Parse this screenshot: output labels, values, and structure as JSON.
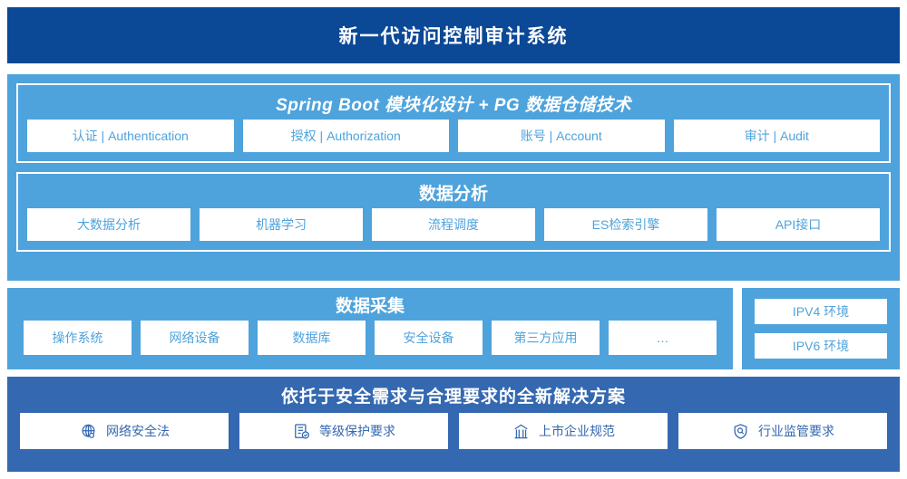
{
  "header": {
    "title": "新一代访问控制审计系统"
  },
  "platform": {
    "groups": [
      {
        "title": "Spring Boot 模块化设计 + PG 数据仓储技术",
        "title_style": "italic",
        "cards": [
          "认证 | Authentication",
          "授权 | Authorization",
          "账号 | Account",
          "审计 | Audit"
        ]
      },
      {
        "title": "数据分析",
        "title_style": "normal",
        "cards": [
          "大数据分析",
          "机器学习",
          "流程调度",
          "ES检索引擎",
          "API接口"
        ]
      }
    ]
  },
  "collection": {
    "title": "数据采集",
    "cards": [
      "操作系统",
      "网络设备",
      "数据库",
      "安全设备",
      "第三方应用",
      "…"
    ]
  },
  "environment": {
    "cards": [
      "IPV4 环境",
      "IPV6 环境"
    ]
  },
  "compliance": {
    "title": "依托于安全需求与合理要求的全新解决方案",
    "cards": [
      {
        "label": "网络安全法",
        "icon": "globe-icon"
      },
      {
        "label": "等级保护要求",
        "icon": "document-check-icon"
      },
      {
        "label": "上市企业规范",
        "icon": "bank-icon"
      },
      {
        "label": "行业监管要求",
        "icon": "shield-search-icon"
      }
    ]
  },
  "colors": {
    "title_bar": "#0b4896",
    "panel_light_blue": "#4ea3dc",
    "panel_mid_blue": "#3468b0",
    "card_bg": "#ffffff"
  }
}
